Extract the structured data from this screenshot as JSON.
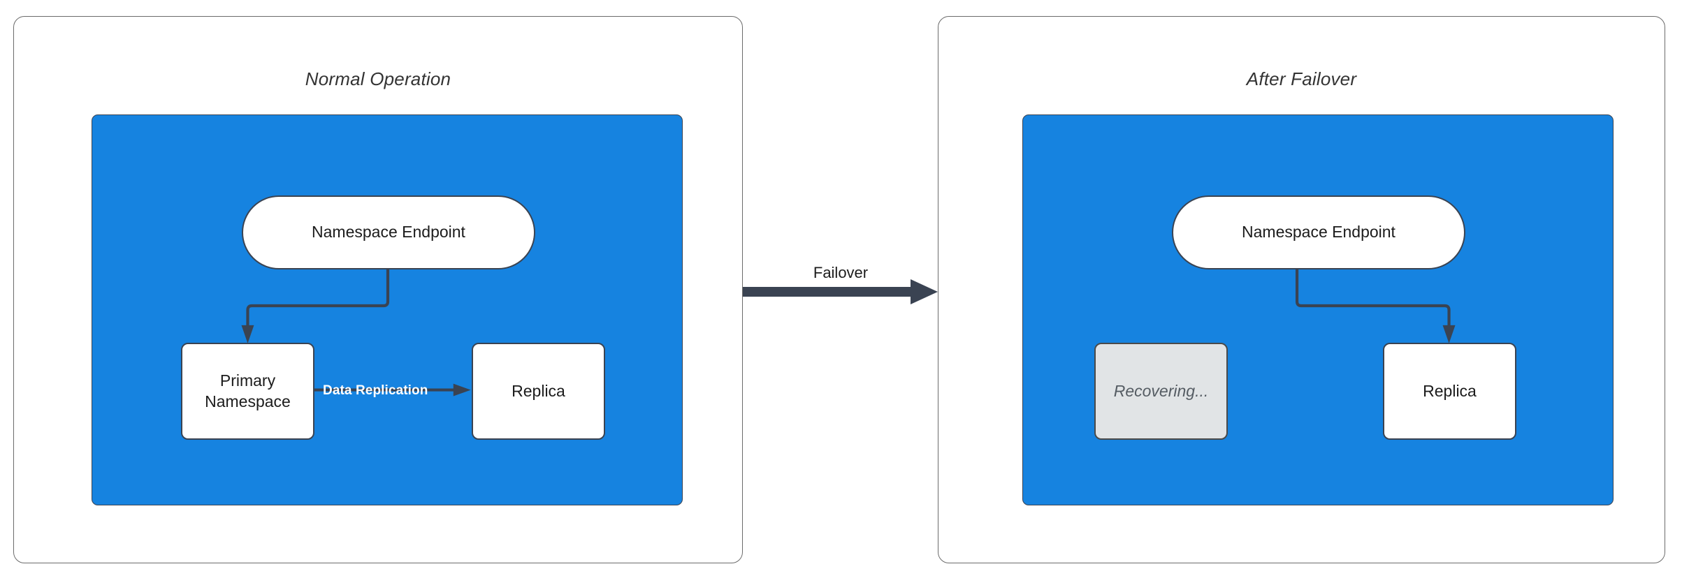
{
  "diagram": {
    "title_left": "Normal Operation",
    "title_right": "After Failover",
    "transition_label": "Failover",
    "colors": {
      "cluster_fill": "#1683e0",
      "node_fill": "#ffffff",
      "muted_fill": "#e1e4e6",
      "stroke": "#3a4352",
      "panel_border": "#6b6b6b",
      "edge_label_text": "#ffffff",
      "title_text": "#333333"
    }
  },
  "panels": {
    "left": {
      "title": "Normal Operation",
      "nodes": {
        "endpoint": {
          "label": "Namespace Endpoint",
          "shape": "stadium",
          "state": "active"
        },
        "primary": {
          "label": "Primary\nNamespace",
          "line1": "Primary",
          "line2": "Namespace",
          "shape": "rect",
          "state": "active"
        },
        "replica": {
          "label": "Replica",
          "shape": "rect",
          "state": "active"
        }
      },
      "edges": [
        {
          "from": "endpoint",
          "to": "primary",
          "label": ""
        },
        {
          "from": "primary",
          "to": "replica",
          "label": "Data Replication"
        }
      ]
    },
    "right": {
      "title": "After Failover",
      "nodes": {
        "endpoint": {
          "label": "Namespace Endpoint",
          "shape": "stadium",
          "state": "active"
        },
        "recovering": {
          "label": "Recovering...",
          "shape": "rect",
          "state": "muted"
        },
        "replica": {
          "label": "Replica",
          "shape": "rect",
          "state": "active"
        }
      },
      "edges": [
        {
          "from": "endpoint",
          "to": "replica",
          "label": ""
        }
      ]
    }
  }
}
